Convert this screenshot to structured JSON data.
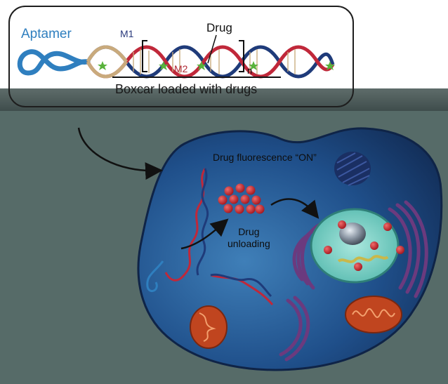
{
  "diagram": {
    "aptamer_label": "Aptamer",
    "m1_label": "M1",
    "m2_label": "M2",
    "drug_label": "Drug",
    "repeat_label": "n",
    "boxcar_label": "Boxcar",
    "loaded_label": "loaded with drugs",
    "fluorescence_label": "Drug fluorescence “ON”",
    "unloading_label_line1": "Drug",
    "unloading_label_line2": "unloading"
  },
  "colors": {
    "aptamer_blue": "#2f7fbf",
    "strand_red": "#c0283a",
    "strand_navy": "#1f3b7a",
    "strand_tan": "#c9aa7c",
    "drug_star": "#58b23b",
    "cell_blue": "#1f4f8a",
    "nucleus": "#7ed3c7",
    "drug_dot": "#c4242c",
    "mitochondria": "#c0451f",
    "golgi": "#6b3a7e",
    "background_band": "#566b68"
  }
}
